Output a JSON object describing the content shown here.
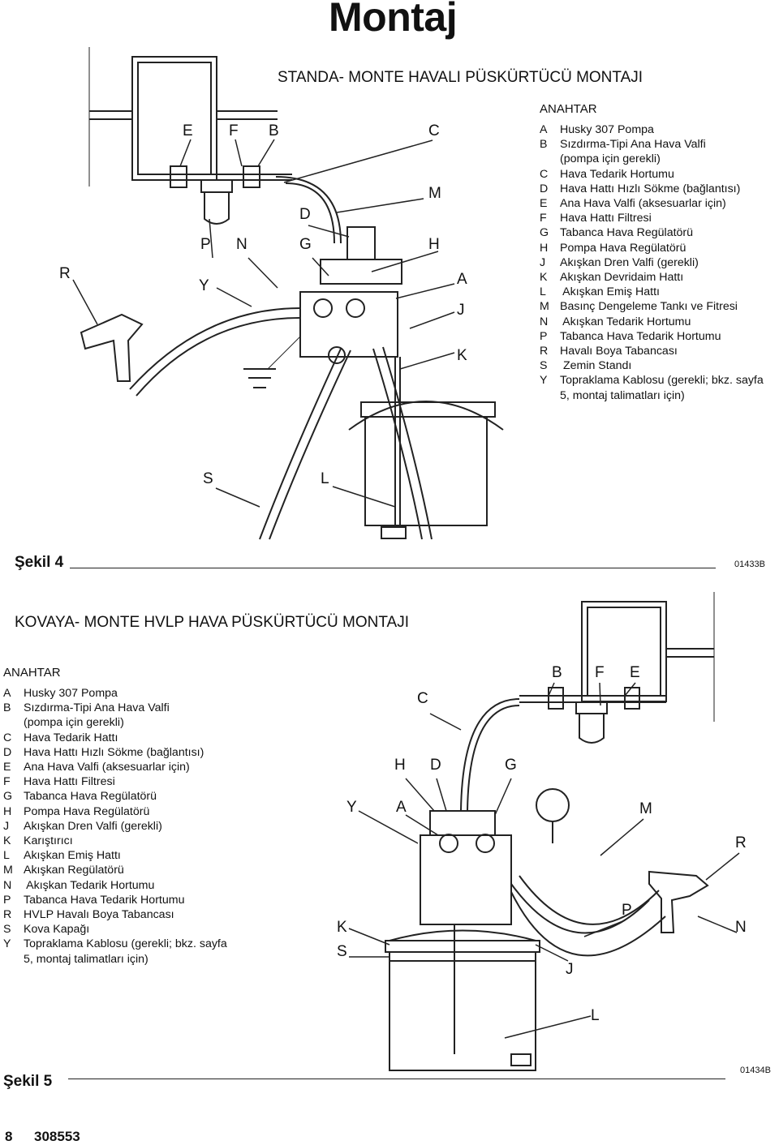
{
  "title": "Montaj",
  "section1": {
    "heading": "STANDA- MONTE HAVALI PÜSKÜRTÜCÜ MONTAJI",
    "key_title": "ANAHTAR",
    "key": [
      {
        "k": "A",
        "t": "Husky 307 Pompa"
      },
      {
        "k": "B",
        "t": "Sızdırma-Tipi Ana Hava Valfi"
      },
      {
        "k": "",
        "t": "(pompa için gerekli)"
      },
      {
        "k": "C",
        "t": "Hava Tedarik Hortumu"
      },
      {
        "k": "D",
        "t": "Hava Hattı Hızlı Sökme (bağlantısı)"
      },
      {
        "k": "E",
        "t": "Ana Hava Valfi (aksesuarlar için)"
      },
      {
        "k": "F",
        "t": "Hava Hattı Filtresi"
      },
      {
        "k": "G",
        "t": "Tabanca Hava Regülatörü"
      },
      {
        "k": "H",
        "t": "Pompa Hava Regülatörü"
      },
      {
        "k": "J",
        "t": "Akışkan Dren Valfi (gerekli)"
      },
      {
        "k": "K",
        "t": "Akışkan Devridaim Hattı"
      },
      {
        "k": "L",
        "t": " Akışkan Emiş Hattı"
      },
      {
        "k": "M",
        "t": "Basınç Dengeleme Tankı ve Fitresi"
      },
      {
        "k": "N",
        "t": " Akışkan Tedarik Hortumu"
      },
      {
        "k": "P",
        "t": "Tabanca Hava Tedarik Hortumu"
      },
      {
        "k": "R",
        "t": "Havalı Boya Tabancası"
      },
      {
        "k": "S",
        "t": " Zemin Standı"
      },
      {
        "k": "Y",
        "t": "Topraklama Kablosu (gerekli; bkz. sayfa"
      },
      {
        "k": "",
        "t": "5, montaj talimatları için)"
      }
    ],
    "figure": "Şekil 4",
    "code": "01433B",
    "labels": {
      "E": "E",
      "F": "F",
      "B": "B",
      "C": "C",
      "M": "M",
      "D": "D",
      "P": "P",
      "N": "N",
      "G": "G",
      "H": "H",
      "R": "R",
      "Y": "Y",
      "A": "A",
      "J": "J",
      "K": "K",
      "S": "S",
      "L": "L"
    }
  },
  "section2": {
    "heading": "KOVAYA- MONTE HVLP HAVA PÜSKÜRTÜCÜ MONTAJI",
    "key_title": "ANAHTAR",
    "key": [
      {
        "k": "A",
        "t": "Husky 307 Pompa"
      },
      {
        "k": "B",
        "t": "Sızdırma-Tipi Ana Hava Valfi"
      },
      {
        "k": "",
        "t": "(pompa için gerekli)"
      },
      {
        "k": "C",
        "t": "Hava Tedarik Hattı"
      },
      {
        "k": "D",
        "t": "Hava Hattı Hızlı Sökme (bağlantısı)"
      },
      {
        "k": "E",
        "t": "Ana Hava Valfi (aksesuarlar için)"
      },
      {
        "k": "F",
        "t": "Hava Hattı Filtresi"
      },
      {
        "k": "G",
        "t": "Tabanca Hava Regülatörü"
      },
      {
        "k": "H",
        "t": "Pompa Hava Regülatörü"
      },
      {
        "k": "J",
        "t": "Akışkan Dren Valfi (gerekli)"
      },
      {
        "k": "K",
        "t": "Karıştırıcı"
      },
      {
        "k": "L",
        "t": "Akışkan Emiş Hattı"
      },
      {
        "k": "M",
        "t": "Akışkan Regülatörü"
      },
      {
        "k": "N",
        "t": " Akışkan Tedarik Hortumu"
      },
      {
        "k": "P",
        "t": "Tabanca Hava Tedarik Hortumu"
      },
      {
        "k": "R",
        "t": "HVLP Havalı Boya Tabancası"
      },
      {
        "k": "S",
        "t": "Kova Kapağı"
      },
      {
        "k": "Y",
        "t": "Topraklama Kablosu (gerekli; bkz. sayfa"
      },
      {
        "k": "",
        "t": "5, montaj talimatları için)"
      }
    ],
    "figure": "Şekil 5",
    "code": "01434B",
    "labels": {
      "B": "B",
      "F": "F",
      "E": "E",
      "C": "C",
      "H": "H",
      "D": "D",
      "G": "G",
      "Y": "Y",
      "A": "A",
      "M": "M",
      "R": "R",
      "P": "P",
      "K": "K",
      "N": "N",
      "S": "S",
      "J": "J",
      "L": "L"
    }
  },
  "footer": {
    "page": "8",
    "doc": "308553"
  }
}
